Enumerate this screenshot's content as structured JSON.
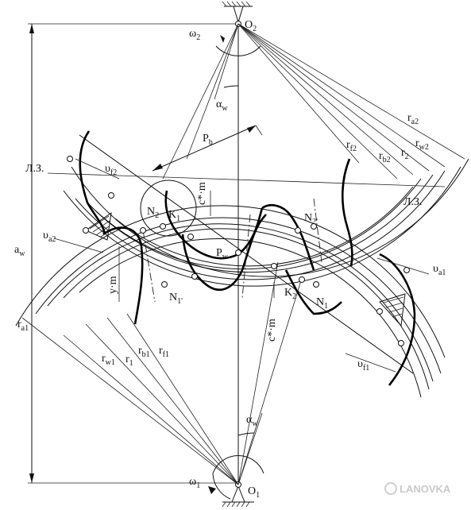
{
  "labels": {
    "o2": "O",
    "o2_sub": "2",
    "o1": "O",
    "o1_sub": "1",
    "omega2": "ω",
    "omega2_sub": "2",
    "omega1": "ω",
    "omega1_sub": "1",
    "alpha_w_top": "α",
    "alpha_w_top_sub": "w",
    "alpha_w_bottom": "α",
    "alpha_w_bottom_sub": "w",
    "aw": "a",
    "aw_sub": "w",
    "pb": "P",
    "pb_sub": "b",
    "pw": "P",
    "pw_sub": "w",
    "lz_left": "Л.З.",
    "lz_right": "Л.З.",
    "ra2": "r",
    "ra2_sub": "a2",
    "rf2": "r",
    "rf2_sub": "f2",
    "rb2": "r",
    "rb2_sub": "b2",
    "r2": "r",
    "r2_sub": "2",
    "rw2": "r",
    "rw2_sub": "w2",
    "ra1": "r",
    "ra1_sub": "a1",
    "rw1": "r",
    "rw1_sub": "w1",
    "r1": "r",
    "r1_sub": "1",
    "rb1": "r",
    "rb1_sub": "b1",
    "rf1": "r",
    "rf1_sub": "f1",
    "n2": "N",
    "n2_sub": "2",
    "k1": "K",
    "k1_sub": "1",
    "n2p": "N",
    "n2p_sub": "2'",
    "n1p": "N",
    "n1p_sub": "1'",
    "k2": "K",
    "k2_sub": "2",
    "n1": "N",
    "n1_sub": "1",
    "cm_top": "c*·m",
    "cm_bottom": "c*·m",
    "ym": "y·m",
    "vf2": "υ",
    "vf2_sub": "f2",
    "va2": "υ",
    "va2_sub": "a2",
    "va1": "υ",
    "va1_sub": "a1",
    "vf1": "υ",
    "vf1_sub": "f1",
    "watermark": "LANOVKA"
  }
}
